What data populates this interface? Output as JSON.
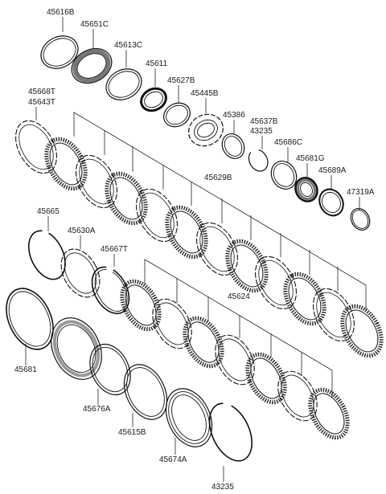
{
  "labels": {
    "p45616B": "45616B",
    "p45651C": "45651C",
    "p45613C": "45613C",
    "p45611": "45611",
    "p45627B": "45627B",
    "p45445B": "45445B",
    "p45668T": "45668T",
    "p45643T": "45643T",
    "p45386": "45386",
    "p45637B": "45637B",
    "p43235_top": "43235",
    "p45686C": "45686C",
    "p45681G": "45681G",
    "p45689A": "45689A",
    "p47319A": "47319A",
    "p45629B": "45629B",
    "p45665": "45665",
    "p45630A": "45630A",
    "p45667T": "45667T",
    "p45624": "45624",
    "p45681": "45681",
    "p45676A": "45676A",
    "p45615B": "45615B",
    "p45674A": "45674A",
    "p43235_bottom": "43235"
  }
}
